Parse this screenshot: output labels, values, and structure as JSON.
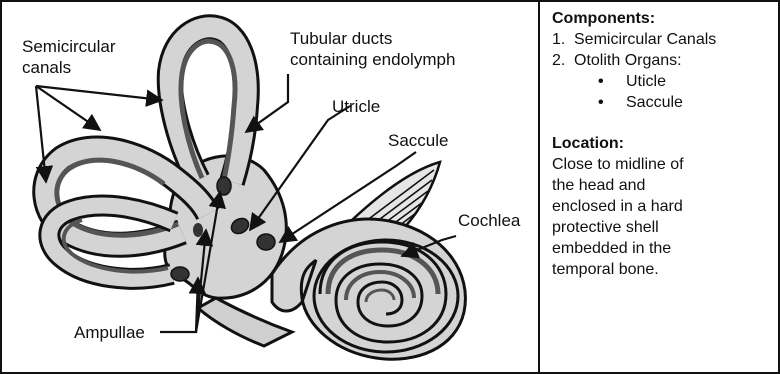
{
  "diagram": {
    "labels": {
      "semicircular_canals": "Semicircular\ncanals",
      "tubular_ducts": "Tubular ducts\ncontaining endolymph",
      "utricle": "Utricle",
      "saccule": "Saccule",
      "cochlea": "Cochlea",
      "ampullae": "Ampullae"
    }
  },
  "panel": {
    "components_heading": "Components:",
    "components": [
      {
        "number": "1.",
        "text": "Semicircular Canals"
      },
      {
        "number": "2.",
        "text": "Otolith Organs:"
      }
    ],
    "otolith_items": [
      "Uticle",
      "Saccule"
    ],
    "location_heading": "Location:",
    "location_text": "Close to midline of\nthe head and\nenclosed in a hard\nprotective shell\nembedded in the\ntemporal bone."
  },
  "colors": {
    "ink": "#111111",
    "bone": "#d4d4d4",
    "tube": "#555555"
  }
}
